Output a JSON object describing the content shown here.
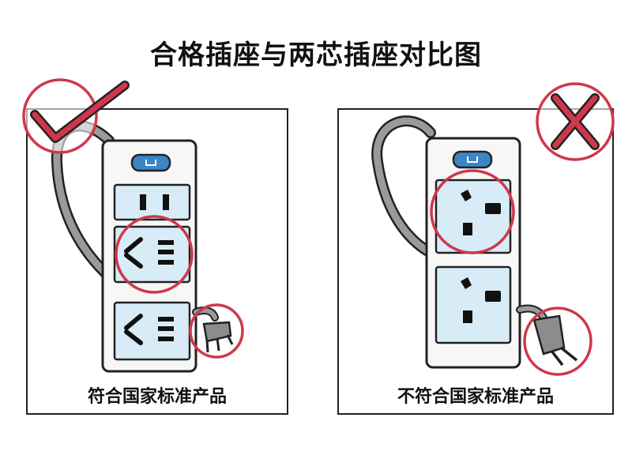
{
  "title": "合格插座与两芯插座对比图",
  "panels": [
    {
      "caption": "符合国家标准产品",
      "mark_icon": "check-mark-icon",
      "mark_color": "#d0374a"
    },
    {
      "caption": "不符合国家标准产品",
      "mark_icon": "cross-mark-icon",
      "mark_color": "#d0374a"
    }
  ],
  "colors": {
    "highlight_circle": "#d0374a",
    "socket_face": "#d8ecf7",
    "switch_button": "#3d86c6",
    "cable": "#9a9a9a",
    "outline": "#222222"
  }
}
